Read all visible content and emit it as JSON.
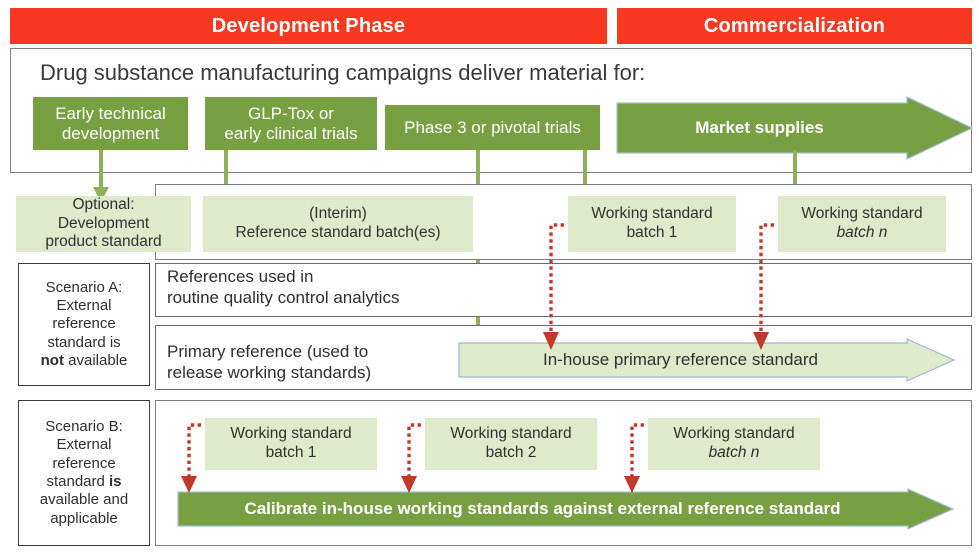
{
  "phases": [
    {
      "label": "Development Phase"
    },
    {
      "label": "Commercialization"
    }
  ],
  "headline": "Drug substance manufacturing campaigns deliver material for:",
  "campaigns": [
    {
      "line1": "Early technical",
      "line2": "development"
    },
    {
      "line1": "GLP-Tox or",
      "line2": "early clinical trials"
    },
    {
      "line1": "Phase 3 or pivotal trials",
      "line2": ""
    },
    {
      "line1": "Market supplies",
      "line2": ""
    }
  ],
  "standards_row": [
    {
      "line1": "Optional:",
      "line2": "Development",
      "line3": "product standard"
    },
    {
      "line1": "(Interim)",
      "line2": "Reference standard batch(es)",
      "line3": ""
    },
    {
      "line1": "Working standard",
      "line2": "batch 1",
      "line3": ""
    },
    {
      "line1": "Working standard",
      "line2": "batch n",
      "line3": ""
    }
  ],
  "scenario_a": {
    "label_l1": "Scenario A:",
    "label_l2": "External",
    "label_l3": "reference",
    "label_l4": "standard is",
    "label_l5_bold": "not",
    "label_l5_rest": " available",
    "row1_line1": "References used in",
    "row1_line2": "routine quality control analytics",
    "row2_line1": "Primary reference (used to",
    "row2_line2": "release working standards)",
    "arrow_label": "In-house primary reference standard"
  },
  "scenario_b": {
    "label_l1": "Scenario B:",
    "label_l2": "External",
    "label_l3": "reference",
    "label_l4_rest": "standard ",
    "label_l4_bold": "is",
    "label_l5": "available and",
    "label_l6": "applicable",
    "boxes": [
      {
        "line1": "Working standard",
        "line2": "batch 1"
      },
      {
        "line1": "Working standard",
        "line2": "batch 2"
      },
      {
        "line1": "Working standard",
        "line2": "batch n"
      }
    ],
    "arrow_label": "Calibrate in-house working standards against external reference standard"
  },
  "colors": {
    "phase_red": "#f93822",
    "campaign_green": "#77a042",
    "pale_green": "#dfeacb",
    "arrow_green": "#8fb05a",
    "red_dotted": "#c0392b",
    "panel_border": "#808080",
    "text_dark": "#2f2f2f"
  }
}
